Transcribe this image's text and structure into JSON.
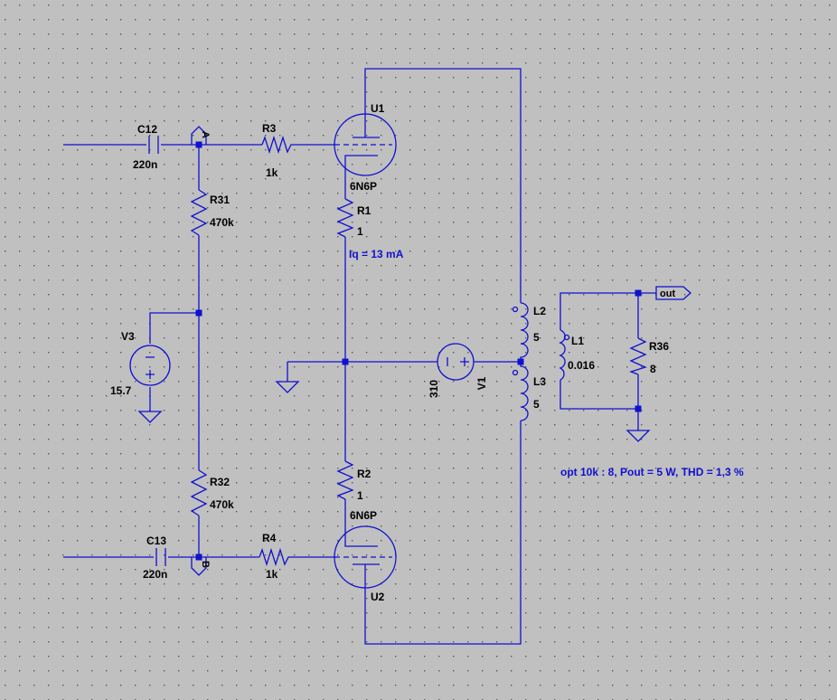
{
  "colors": {
    "background": "#c0c0c0",
    "wire": "#1010d0",
    "grid_dot": "#555555",
    "label": "#000000",
    "annotation": "#1010d0"
  },
  "labels": {
    "c12_ref": "C12",
    "c12_val": "220n",
    "c13_ref": "C13",
    "c13_val": "220n",
    "r3_ref": "R3",
    "r3_val": "1k",
    "r4_ref": "R4",
    "r4_val": "1k",
    "r31_ref": "R31",
    "r31_val": "470k",
    "r32_ref": "R32",
    "r32_val": "470k",
    "v3_ref": "V3",
    "v3_val": "15.7",
    "u1_ref": "U1",
    "u1_val": "6N6P",
    "u2_ref": "U2",
    "u2_val": "6N6P",
    "r1_ref": "R1",
    "r1_val": "1",
    "r2_ref": "R2",
    "r2_val": "1",
    "v1_ref": "V1",
    "v1_val": "310",
    "l1_ref": "L1",
    "l1_val": "0.016",
    "l2_ref": "L2",
    "l2_val": "5",
    "l3_ref": "L3",
    "l3_val": "5",
    "r36_ref": "R36",
    "r36_val": "8",
    "flag_a": "A",
    "flag_b": "B",
    "flag_out": "out"
  },
  "annotations": {
    "iq": "Iq = 13 mA",
    "spec": "opt 10k : 8, Pout = 5 W, THD = 1,3 %"
  },
  "icons": [
    "resistor-icon",
    "capacitor-icon",
    "triode-icon",
    "voltage-source-icon",
    "inductor-icon",
    "ground-icon",
    "net-flag-icon"
  ]
}
